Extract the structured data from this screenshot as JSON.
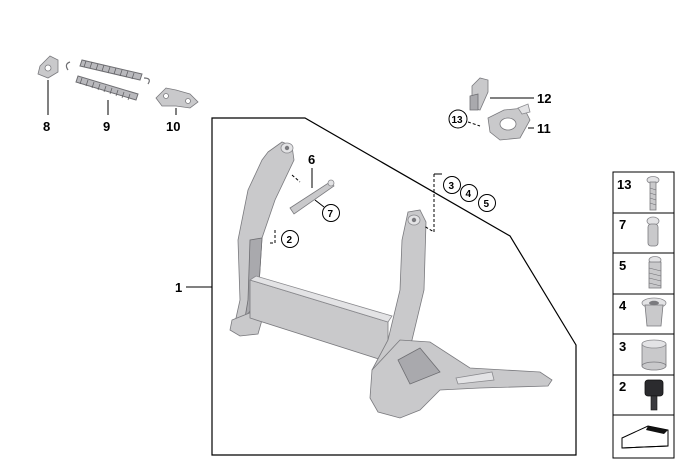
{
  "callouts": {
    "c1": "1",
    "c2": "2",
    "c3": "3",
    "c4": "4",
    "c5": "5",
    "c6": "6",
    "c7": "7",
    "c8": "8",
    "c9": "9",
    "c10": "10",
    "c11": "11",
    "c12": "12",
    "c13": "13"
  },
  "side_panel": [
    {
      "label": "13",
      "icon": "screw-icon"
    },
    {
      "label": "7",
      "icon": "bolt-icon"
    },
    {
      "label": "5",
      "icon": "threaded-bolt-icon"
    },
    {
      "label": "4",
      "icon": "flanged-bushing-icon"
    },
    {
      "label": "3",
      "icon": "sleeve-icon"
    },
    {
      "label": "2",
      "icon": "rubber-stop-icon"
    },
    {
      "label": "",
      "icon": "wedge-icon"
    }
  ],
  "colors": {
    "metal": "#c9c9cb",
    "metal_dark": "#a9a9ad",
    "line": "#000000"
  }
}
